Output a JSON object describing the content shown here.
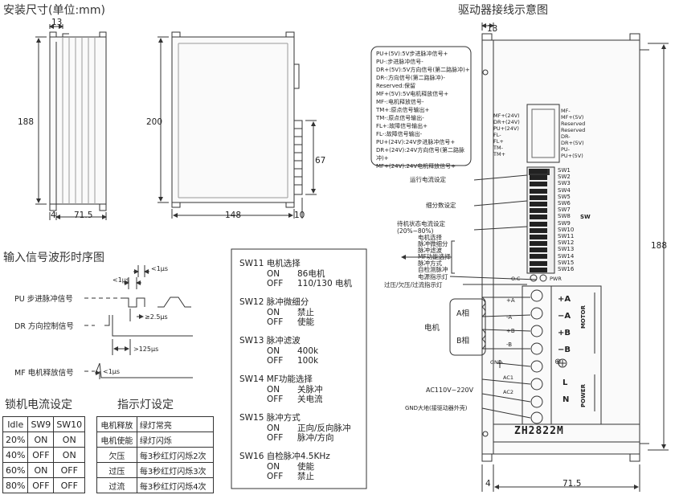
{
  "titles": {
    "dimensions": "安装尺寸(单位:mm)",
    "wiring": "驱动器接线示意图",
    "timing": "输入信号波形时序图",
    "lock_current": "锁机电流设定",
    "indicator": "指示灯设定"
  },
  "dims": {
    "d13_left": "13",
    "d188_left": "188",
    "d4_left": "4",
    "d71_5_left": "71.5",
    "d200": "200",
    "d67": "67",
    "d148": "148",
    "d10": "10",
    "d13_right": "13",
    "d188_right": "188",
    "d4_right": "4",
    "d71_5_right": "71.5"
  },
  "timing": {
    "pu": "PU 步进脉冲信号",
    "dr": "DR 方向控制信号",
    "mf": "MF 电机释放信号",
    "t1": "<1μs",
    "t2": "<1μs",
    "t3": "≥2.5μs",
    "t4": ">125μs",
    "t5": "<1μs"
  },
  "lock_table": {
    "headers": [
      "Idle",
      "SW9",
      "SW10"
    ],
    "rows": [
      [
        "20%",
        "ON",
        "ON"
      ],
      [
        "40%",
        "OFF",
        "ON"
      ],
      [
        "60%",
        "ON",
        "OFF"
      ],
      [
        "80%",
        "OFF",
        "OFF"
      ]
    ]
  },
  "indicator_table": {
    "rows": [
      [
        "电机释放",
        "绿灯常亮"
      ],
      [
        "电机使能",
        "绿灯闪烁"
      ],
      [
        "欠压",
        "每3秒红灯闪烁2次"
      ],
      [
        "过压",
        "每3秒红灯闪烁3次"
      ],
      [
        "过流",
        "每3秒红灯闪烁4次"
      ]
    ]
  },
  "sw_settings": [
    {
      "title": "SW11  电机选择",
      "on": "86电机",
      "off": "110/130 电机"
    },
    {
      "title": "SW12  脉冲微细分",
      "on": "禁止",
      "off": "使能"
    },
    {
      "title": "SW13  脉冲滤波",
      "on": "400k",
      "off": "100k"
    },
    {
      "title": "SW14  MF功能选择",
      "on": "关脉冲",
      "off": "关电流"
    },
    {
      "title": "SW15  脉冲方式",
      "on": "正向/反向脉冲",
      "off": "脉冲/方向"
    },
    {
      "title": "SW16  自检脉冲4.5KHz",
      "on": "使能",
      "off": "禁止"
    }
  ],
  "on_label": "ON",
  "off_label": "OFF",
  "signal_list": [
    "PU+(5V):5V步进脉冲信号+",
    "PU-:步进脉冲信号-",
    "DR+(5V):5V方向信号(第二路脉冲)+",
    "DR-:方向信号(第二路脉冲)-",
    "Reserved:保留",
    "MF+(5V):5V电机释放信号+",
    "MF-:电机释放信号-",
    "TM+:原点信号输出+",
    "TM-:原点信号输出-",
    "FL+:故障信号输出+",
    "FL-:故障信号输出-",
    "PU+(24V):24V步进脉冲信号+",
    "DR+(24V):24V方向信号(第二路脉冲)+",
    "MF+(24V):24V电机释放信号+"
  ],
  "pins_left": [
    "MF+(24V)",
    "DR+(24V)",
    "PU+(24V)",
    "FL-",
    "FL+",
    "TM-",
    "TM+"
  ],
  "pins_right": [
    "MF-",
    "MF+(5V)",
    "Reserved",
    "Reserved",
    "DR-",
    "DR+(5V)",
    "PU-",
    "PU+(5V)"
  ],
  "sw_labels": [
    "SW1",
    "SW2",
    "SW3",
    "SW4",
    "SW5",
    "SW6",
    "SW7",
    "SW8",
    "SW9",
    "SW10",
    "SW11",
    "SW12",
    "SW13",
    "SW14",
    "SW15",
    "SW16"
  ],
  "sw_vertical": "SW",
  "func_labels": {
    "run_current": "运行电流设定",
    "microstep": "细分数设定",
    "idle_current_1": "待机状态电流设定",
    "idle_current_2": "(20%~80%)",
    "group": [
      "电机选择",
      "脉冲微细分",
      "脉冲滤波",
      "MF功能选择",
      "脉冲方式",
      "自检测脉冲"
    ],
    "power_led": "电源指示灯",
    "fault_led": "过压/欠压/过流指示灯",
    "oc": "O.C",
    "pwr": "PWR"
  },
  "motor": {
    "label": "电机",
    "a_phase": "A相",
    "b_phase": "B相",
    "pins": [
      "+A",
      "-A",
      "+B",
      "-B"
    ],
    "right_pins": [
      "+A",
      "−A",
      "+B",
      "−B"
    ],
    "motor_vertical": "MOTOR",
    "gnd": "GND"
  },
  "power": {
    "ac1": "AC1",
    "ac2": "AC2",
    "ac_label": "AC110V~220V",
    "gnd_label": "GND大地(接驱动器外壳)",
    "right": [
      "L",
      "N"
    ],
    "power_vertical": "POWER"
  },
  "model": "ZH2822M"
}
